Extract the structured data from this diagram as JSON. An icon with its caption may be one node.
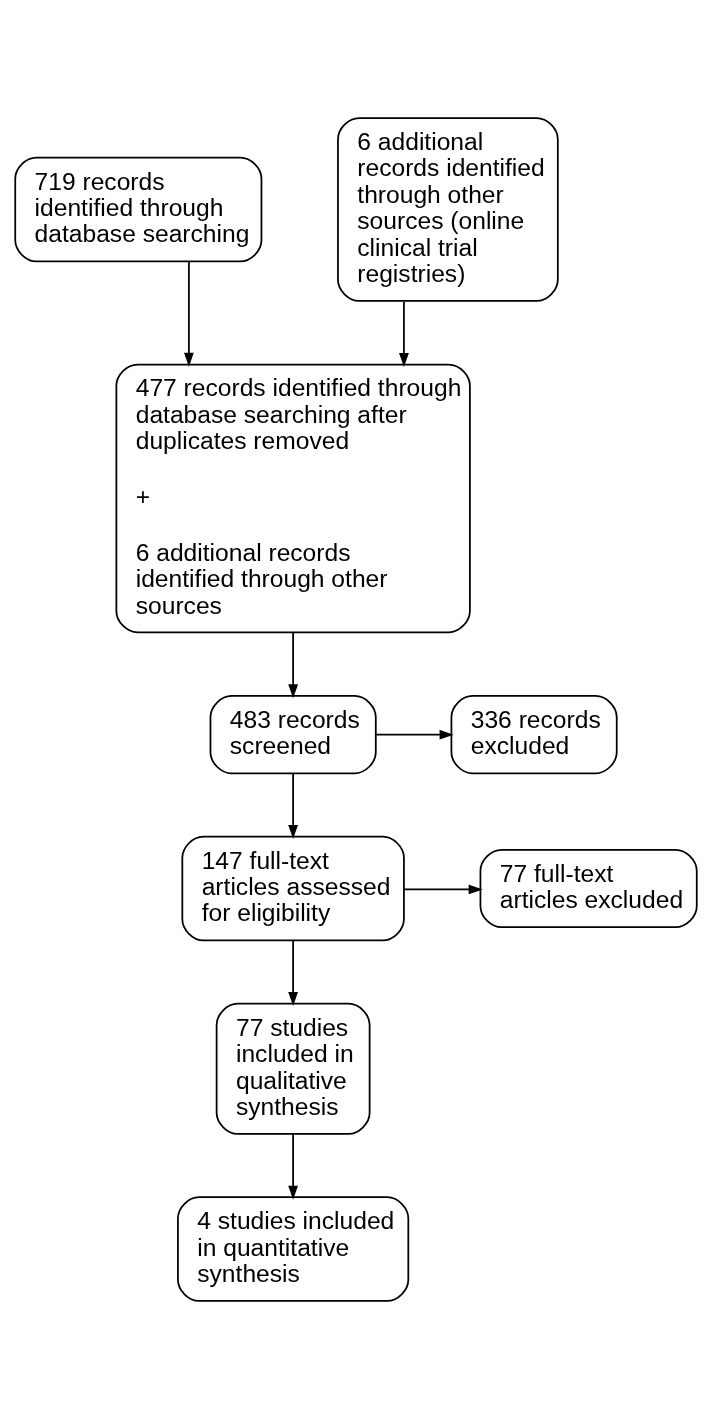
{
  "diagram": {
    "nodes": [
      {
        "text": [
          "719 records identified through database searching"
        ]
      },
      {
        "text": [
          "6 additional records identified through other sources (online clinical trial registries)"
        ]
      },
      {
        "text": [
          "477 records identified through database searching after duplicates removed",
          "+",
          "6 additional records identified through other sources"
        ]
      },
      {
        "text": [
          "483 records screened"
        ]
      },
      {
        "text": [
          "336 records excluded"
        ]
      },
      {
        "text": [
          "147 full-text articles assessed for eligibility"
        ]
      },
      {
        "text": [
          "77 full-text articles excluded"
        ]
      },
      {
        "text": [
          "77 studies included in qualitative synthesis"
        ]
      },
      {
        "text": [
          "4 studies included in quantitative synthesis"
        ]
      }
    ],
    "edges": [
      {
        "from": 0,
        "to": 2,
        "arrow": "to"
      },
      {
        "from": 1,
        "to": 2,
        "arrow": "to"
      },
      {
        "from": 2,
        "to": 3,
        "arrow": "to"
      },
      {
        "from": 3,
        "to": 4,
        "arrow": "to"
      },
      {
        "from": 3,
        "to": 5,
        "arrow": "to"
      },
      {
        "from": 5,
        "to": 6,
        "arrow": "to"
      },
      {
        "from": 5,
        "to": 7,
        "arrow": "to"
      },
      {
        "from": 7,
        "to": 8,
        "arrow": "to"
      }
    ]
  }
}
